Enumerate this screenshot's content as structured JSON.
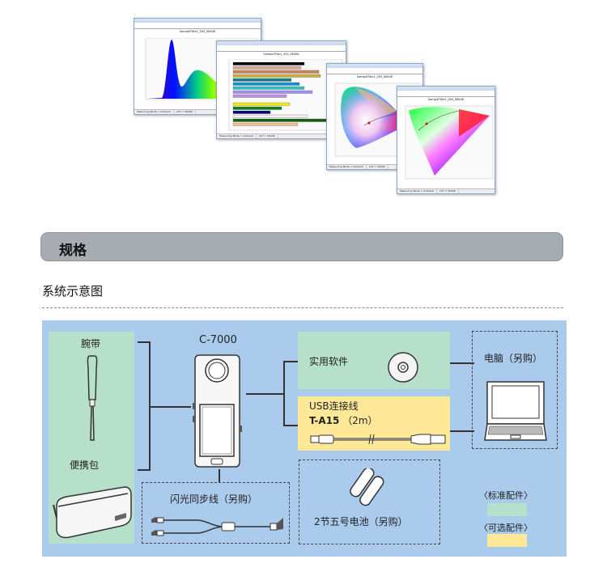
{
  "screenshots": [
    {
      "window_title": "SampleTitle1_003_5640K",
      "status": [
        "Measuring Mode = Ambient",
        "CCT = 5640K"
      ]
    },
    {
      "window_title": "SampleTitle1_003_5640K",
      "status": [
        "Measuring Mode = Ambient",
        "CCT = 5640K"
      ]
    },
    {
      "window_title": "SampleTitle1_003_5640K",
      "status": [
        "Measuring Mode = Ambient",
        "CCT = 5640K"
      ]
    },
    {
      "window_title": "SampleTitle1_003_5640K",
      "status": [
        "Measuring Mode = Ambient",
        "CCT = 5640K"
      ]
    }
  ],
  "spec_header": "规格",
  "section_title": "系统示意图",
  "diagram": {
    "wrist_strap": "腕带",
    "carry_case": "便携包",
    "device": "C-7000",
    "software": "实用软件",
    "usb_line1": "USB连接线",
    "usb_model": "T-A15",
    "usb_length": "（2m）",
    "computer": "电脑（另购）",
    "flash_cable": "闪光同步线（另购）",
    "batteries": "2节五号电池（另购）",
    "legend": [
      {
        "label": "〈标准配件〉",
        "color": "#b7e0cb"
      },
      {
        "label": "〈可选配件〉",
        "color": "#ffe999"
      }
    ]
  }
}
